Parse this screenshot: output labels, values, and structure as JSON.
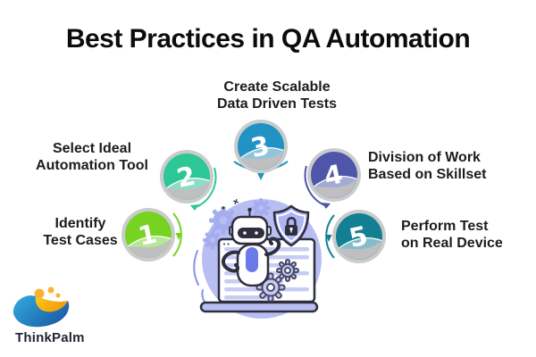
{
  "title": "Best Practices in QA Automation",
  "steps": [
    {
      "number": "1",
      "line1": "Identify",
      "line2": "Test Cases",
      "color": "#76d321"
    },
    {
      "number": "2",
      "line1": "Select Ideal",
      "line2": "Automation Tool",
      "color": "#2dc695"
    },
    {
      "number": "3",
      "line1": "Create Scalable",
      "line2": "Data Driven Tests",
      "color": "#2292c4"
    },
    {
      "number": "4",
      "line1": "Division of Work",
      "line2": "Based on Skillset",
      "color": "#4f55a8"
    },
    {
      "number": "5",
      "line1": "Perform Test",
      "line2": "on Real Device",
      "color": "#137f93"
    }
  ],
  "brand": {
    "name": "ThinkPalm",
    "blue": "#1e7fc2",
    "yellow": "#f9b233"
  },
  "illustration": {
    "description": "robot with laptop, security shield lock and gears"
  },
  "colors": {
    "title_text": "#0c0c0c",
    "label_text": "#1c1c1c",
    "badge_ring": "#cacbcc",
    "fold_gray": "#bfbfc1",
    "illustration_purple": "#b8bef2",
    "outline_dark": "#2e2e3f"
  }
}
